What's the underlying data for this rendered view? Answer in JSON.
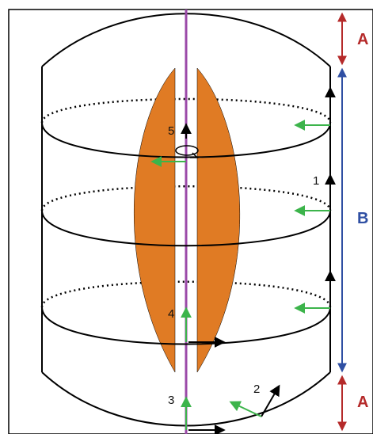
{
  "labels": {
    "marker_1": "1",
    "marker_2": "2",
    "marker_3": "3",
    "marker_4": "4",
    "marker_5": "5",
    "dimension_top": "A",
    "dimension_middle": "B",
    "dimension_bottom": "A"
  },
  "colors": {
    "outline": "#000000",
    "impeller": "#e07b24",
    "shaft": "#9b4aa8",
    "green_arrow": "#3cb44b",
    "dimension_a": "#b52a2a",
    "dimension_b": "#2f4fa3"
  }
}
